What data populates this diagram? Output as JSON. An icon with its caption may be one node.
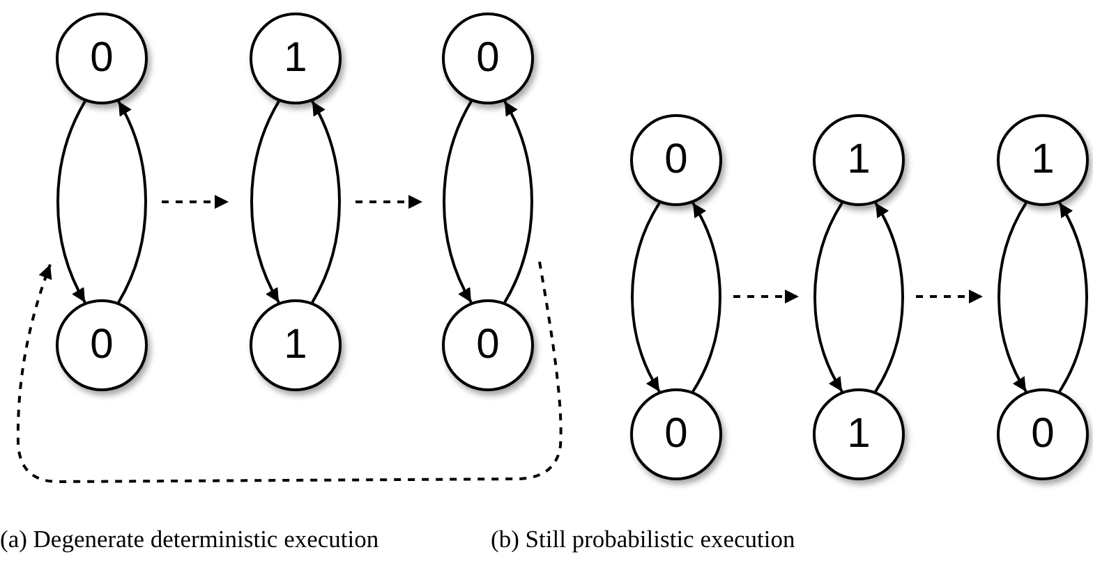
{
  "diagram": {
    "nodes": [
      {
        "text": [
          "0"
        ]
      },
      {
        "text": [
          "1"
        ]
      },
      {
        "text": [
          "0"
        ]
      },
      {
        "text": [
          "0"
        ]
      },
      {
        "text": [
          "1"
        ]
      },
      {
        "text": [
          "0"
        ]
      },
      {
        "text": [
          "0"
        ]
      },
      {
        "text": [
          "1"
        ]
      },
      {
        "text": [
          "1"
        ]
      },
      {
        "text": [
          "0"
        ]
      },
      {
        "text": [
          "1"
        ]
      },
      {
        "text": [
          "0"
        ]
      }
    ],
    "edges": [
      {
        "from": 0,
        "to": 3,
        "arrow": "to"
      },
      {
        "from": 3,
        "to": 0,
        "arrow": "to"
      },
      {
        "from": 1,
        "to": 4,
        "arrow": "to"
      },
      {
        "from": 4,
        "to": 1,
        "arrow": "to"
      },
      {
        "from": 2,
        "to": 5,
        "arrow": "to"
      },
      {
        "from": 5,
        "to": 2,
        "arrow": "to"
      },
      {
        "from": 6,
        "to": 9,
        "arrow": "to"
      },
      {
        "from": 9,
        "to": 6,
        "arrow": "to"
      },
      {
        "from": 7,
        "to": 10,
        "arrow": "to"
      },
      {
        "from": 10,
        "to": 7,
        "arrow": "to"
      },
      {
        "from": 8,
        "to": 11,
        "arrow": "to"
      },
      {
        "from": 11,
        "to": 8,
        "arrow": "to"
      }
    ],
    "labels": [
      "(a) Degenerate deterministic execution",
      "(b) Still probabilistic execution"
    ]
  }
}
